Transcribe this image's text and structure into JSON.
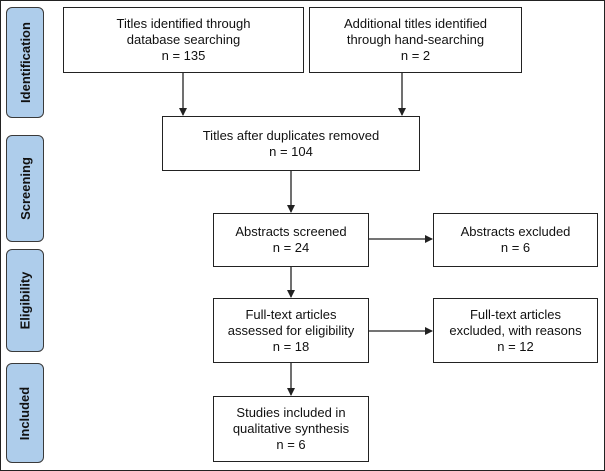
{
  "stages": [
    {
      "key": "identification",
      "label": "Identification"
    },
    {
      "key": "screening",
      "label": "Screening"
    },
    {
      "key": "eligibility",
      "label": "Eligibility"
    },
    {
      "key": "included",
      "label": "Included"
    }
  ],
  "boxes": {
    "database_search": {
      "lines": [
        "Titles identified through",
        "database searching",
        "n = 135"
      ]
    },
    "hand_search": {
      "lines": [
        "Additional titles identified",
        "through hand-searching",
        "n = 2"
      ]
    },
    "duplicates_removed": {
      "lines": [
        "Titles after duplicates removed",
        "n = 104"
      ]
    },
    "abstracts_screened": {
      "lines": [
        "Abstracts screened",
        "n = 24"
      ]
    },
    "abstracts_excluded": {
      "lines": [
        "Abstracts excluded",
        "n = 6"
      ]
    },
    "fulltext_assessed": {
      "lines": [
        "Full-text articles",
        "assessed for eligibility",
        "n = 18"
      ]
    },
    "fulltext_excluded": {
      "lines": [
        "Full-text articles",
        "excluded, with reasons",
        "n = 12"
      ]
    },
    "studies_included": {
      "lines": [
        "Studies included in",
        "qualitative synthesis",
        "n = 6"
      ]
    }
  },
  "colors": {
    "stage_fill": "#aecdeb",
    "line": "#222222"
  }
}
